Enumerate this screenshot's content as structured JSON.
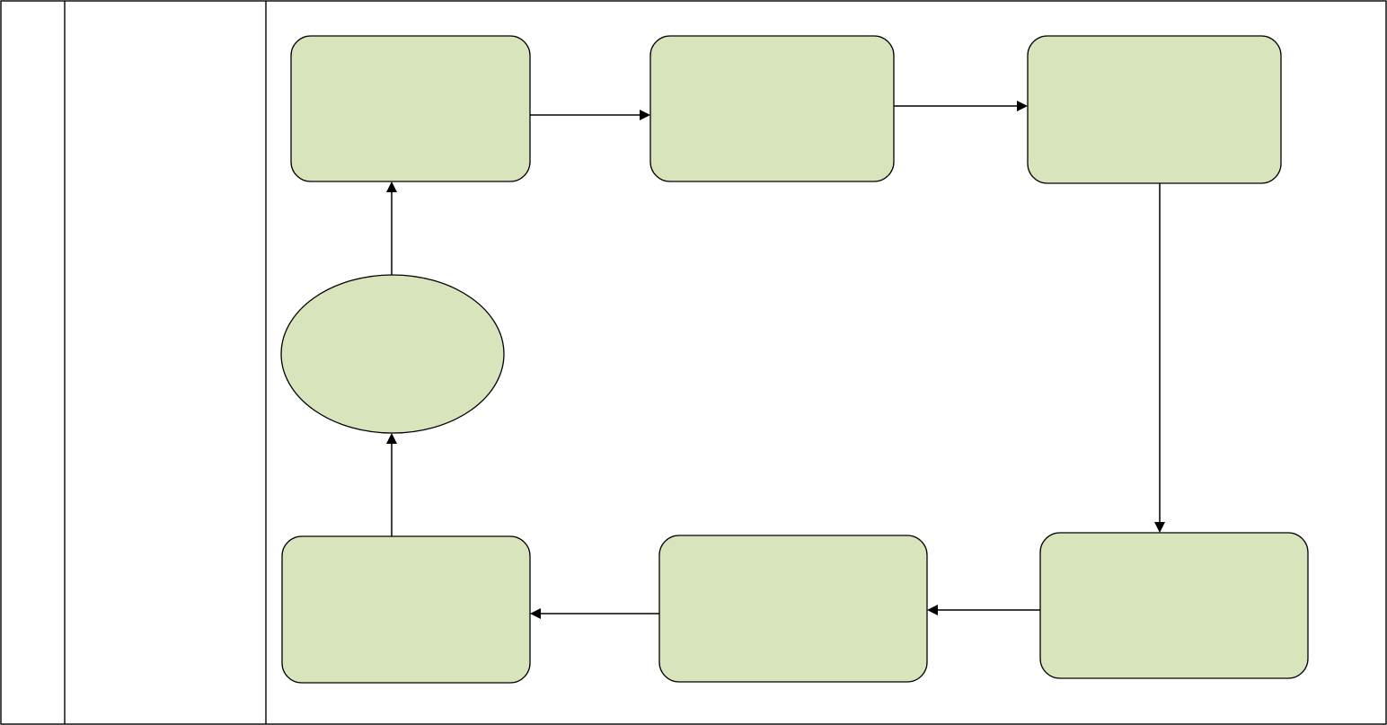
{
  "diagram": {
    "fill_color": "#d8e4bc",
    "stroke_color": "#000000",
    "background_color": "#ffffff",
    "nodes": [
      {
        "id": "box-top-left",
        "shape": "rounded-rectangle",
        "label": ""
      },
      {
        "id": "box-top-center",
        "shape": "rounded-rectangle",
        "label": ""
      },
      {
        "id": "box-top-right",
        "shape": "rounded-rectangle",
        "label": ""
      },
      {
        "id": "box-bottom-right",
        "shape": "rounded-rectangle",
        "label": ""
      },
      {
        "id": "box-bottom-center",
        "shape": "rounded-rectangle",
        "label": ""
      },
      {
        "id": "box-bottom-left",
        "shape": "rounded-rectangle",
        "label": ""
      },
      {
        "id": "ellipse-left",
        "shape": "ellipse",
        "label": ""
      }
    ],
    "edges": [
      {
        "from": "box-top-left",
        "to": "box-top-center"
      },
      {
        "from": "box-top-center",
        "to": "box-top-right"
      },
      {
        "from": "box-top-right",
        "to": "box-bottom-right"
      },
      {
        "from": "box-bottom-right",
        "to": "box-bottom-center"
      },
      {
        "from": "box-bottom-center",
        "to": "box-bottom-left"
      },
      {
        "from": "box-bottom-left",
        "to": "ellipse-left"
      },
      {
        "from": "ellipse-left",
        "to": "box-top-left"
      }
    ]
  }
}
